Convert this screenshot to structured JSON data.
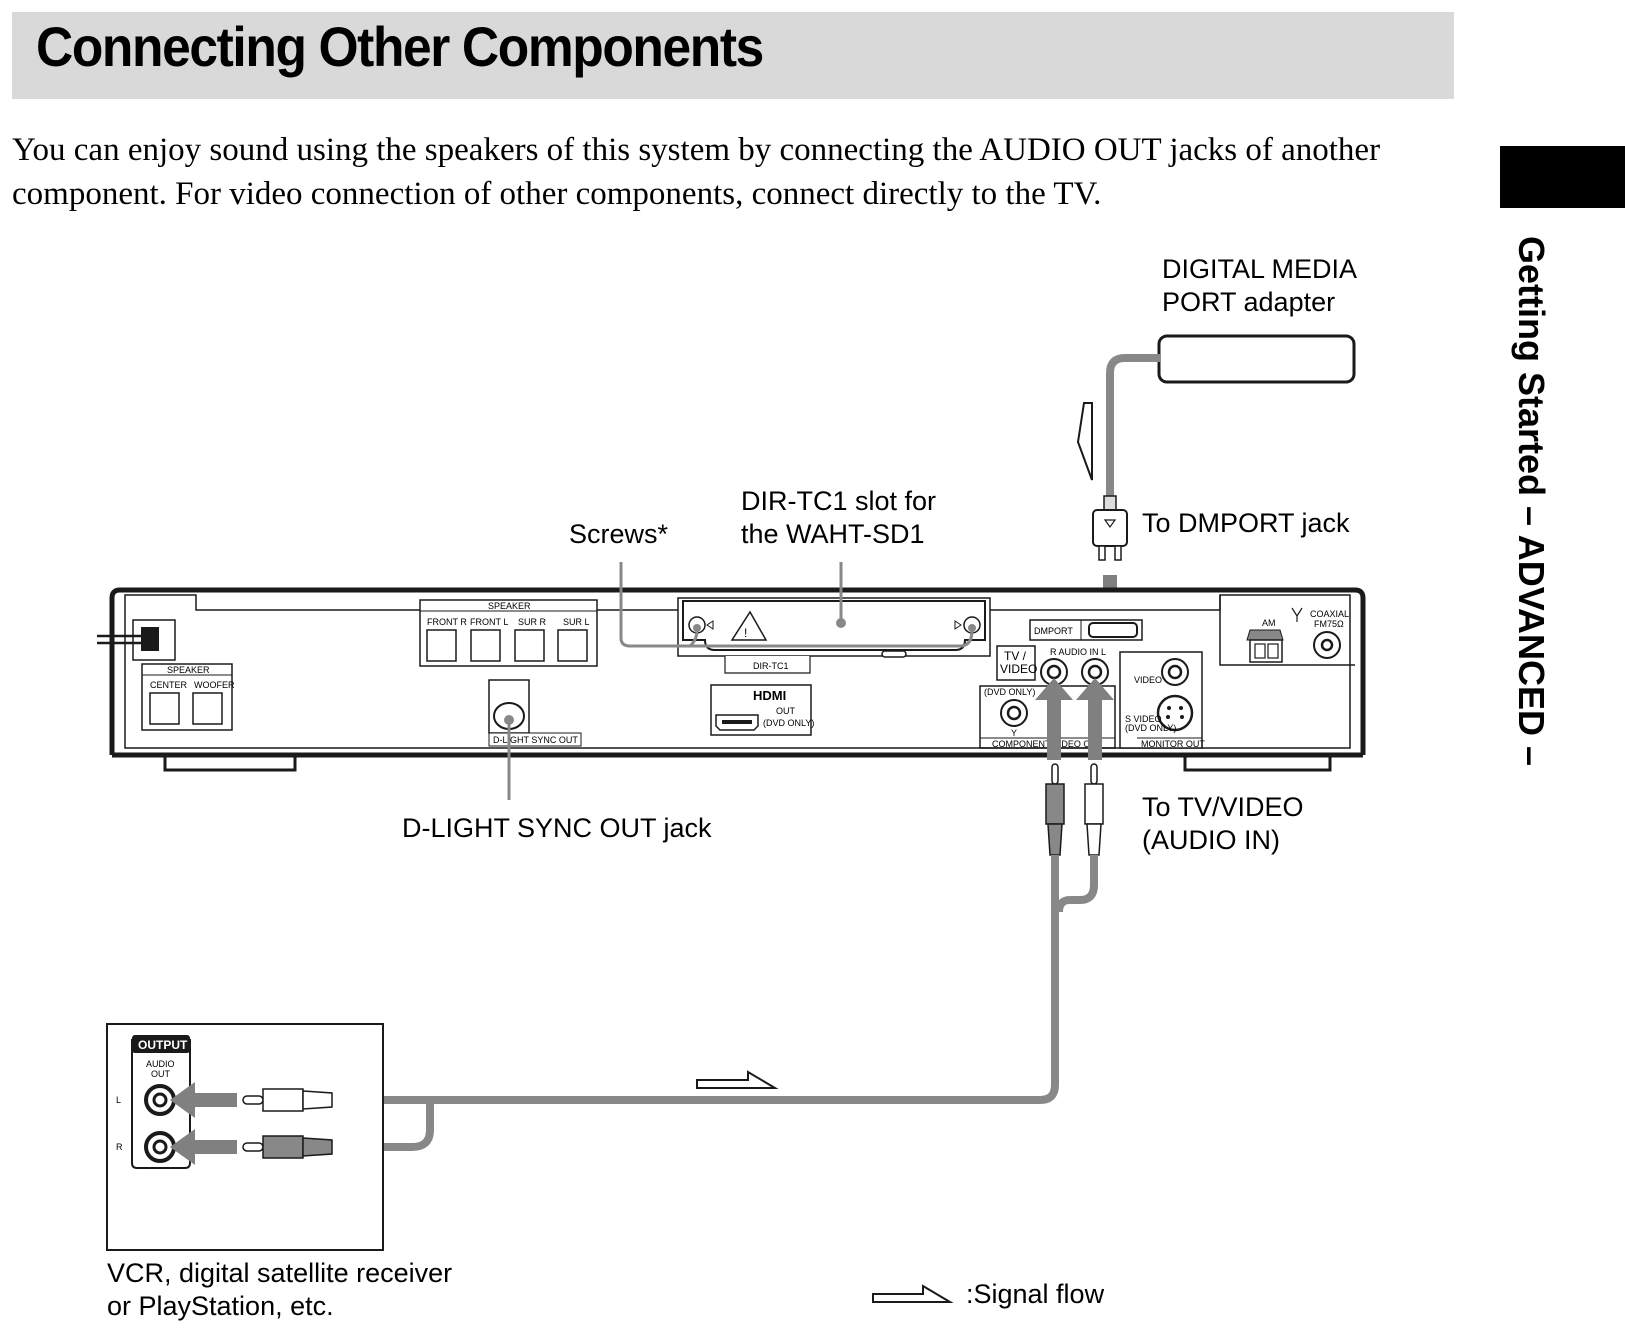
{
  "header": {
    "title": "Connecting Other Components"
  },
  "intro": {
    "text": "You can enjoy sound using the speakers of this system by connecting the AUDIO OUT jacks of another component. For video connection of other components, connect directly to the TV."
  },
  "side_tab": {
    "label": "Getting Started – ADVANCED –"
  },
  "diagram": {
    "callouts": {
      "dmport_adapter_line1": "DIGITAL MEDIA",
      "dmport_adapter_line2": "PORT adapter",
      "to_dmport_jack": "To DMPORT jack",
      "screws": "Screws*",
      "dir_slot_line1": "DIR-TC1 slot for",
      "dir_slot_line2": "the WAHT-SD1",
      "dlight_sync_out_jack": "D-LIGHT SYNC OUT jack",
      "to_tv_video_line1": "To TV/VIDEO",
      "to_tv_video_line2": "(AUDIO IN)",
      "external_device_line1": "VCR, digital satellite receiver",
      "external_device_line2": "or PlayStation, etc.",
      "signal_flow_legend": ":Signal flow"
    },
    "panel_labels": {
      "speaker_group_top": "SPEAKER",
      "front_r": "FRONT R",
      "front_l": "FRONT L",
      "sur_r": "SUR R",
      "sur_l": "SUR L",
      "speaker_group_left": "SPEAKER",
      "center": "CENTER",
      "woofer": "WOOFER",
      "dlight_sync_out": "D-LIGHT SYNC OUT",
      "dir_tc1": "DIR-TC1",
      "hdmi": "HDMI",
      "hdmi_out": "OUT",
      "hdmi_dvd_only": "(DVD ONLY)",
      "dmport": "DMPORT",
      "tv_video_line1": "TV /",
      "tv_video_line2": "VIDEO",
      "audio_in": "R  AUDIO IN  L",
      "dvd_only": "(DVD ONLY)",
      "y": "Y",
      "component_video_out": "COMPONENT VIDEO OUT",
      "video": "VIDEO",
      "s_video": "S VIDEO",
      "s_video_dvd_only": "(DVD ONLY)",
      "monitor_out": "MONITOR OUT",
      "am": "AM",
      "coaxial": "COAXIAL",
      "fm75": "FM75Ω"
    },
    "device_labels": {
      "output": "OUTPUT",
      "audio_out_line1": "AUDIO",
      "audio_out_line2": "OUT",
      "left": "L",
      "right": "R"
    },
    "colors": {
      "cable": "#888888",
      "arrow": "#808080",
      "outline": "#1a1a1a"
    }
  }
}
